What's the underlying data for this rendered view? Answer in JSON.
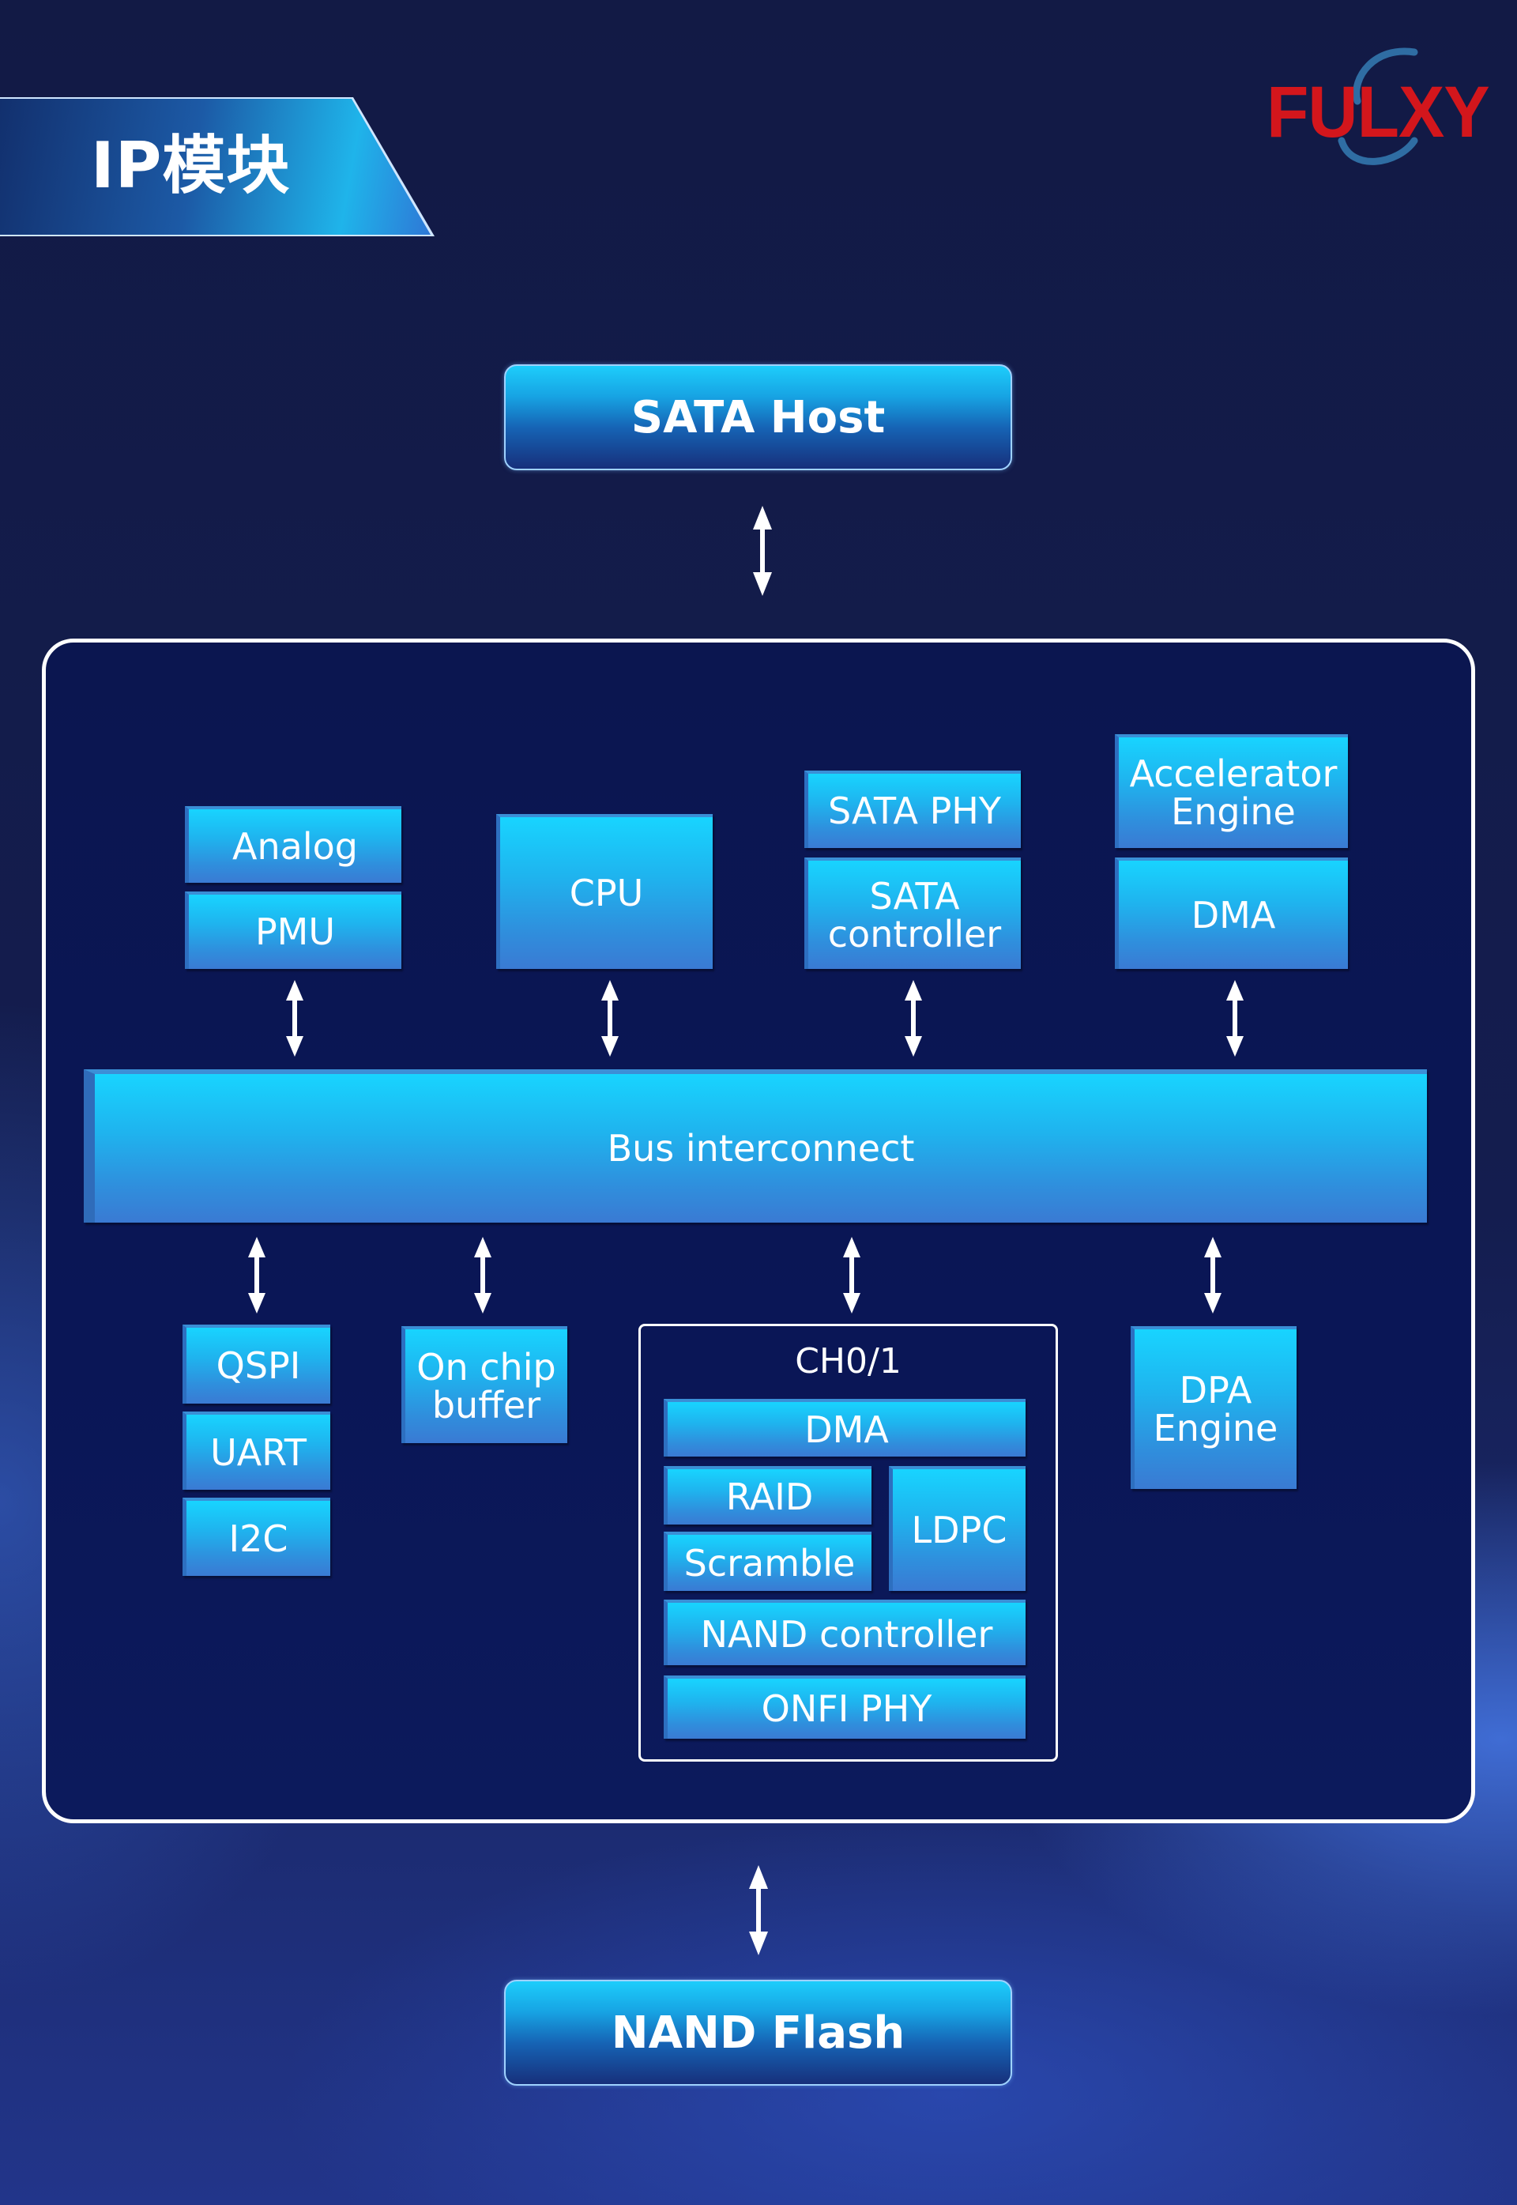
{
  "header": {
    "title": "IP模块",
    "logo_text": "FULXY",
    "logo_color": "#d3161c"
  },
  "external": {
    "top": "SATA Host",
    "bottom": "NAND Flash"
  },
  "soc": {
    "top_blocks": {
      "analog": "Analog",
      "pmu": "PMU",
      "cpu": "CPU",
      "sata_phy": "SATA PHY",
      "sata_controller": "SATA\ncontroller",
      "accelerator_engine": "Accelerator\nEngine",
      "dma": "DMA"
    },
    "bus": "Bus interconnect",
    "bottom_blocks": {
      "qspi": "QSPI",
      "uart": "UART",
      "i2c": "I2C",
      "on_chip_buffer": "On chip\nbuffer",
      "dpa_engine": "DPA\nEngine"
    },
    "channel": {
      "title": "CH0/1",
      "dma": "DMA",
      "raid": "RAID",
      "scramble": "Scramble",
      "ldpc": "LDPC",
      "nand_controller": "NAND controller",
      "onfi_phy": "ONFI PHY"
    }
  },
  "colors": {
    "block_top": "#18d4ff",
    "block_bottom": "#3a7ad3",
    "background": "#121a45",
    "arrow": "#ffffff"
  }
}
